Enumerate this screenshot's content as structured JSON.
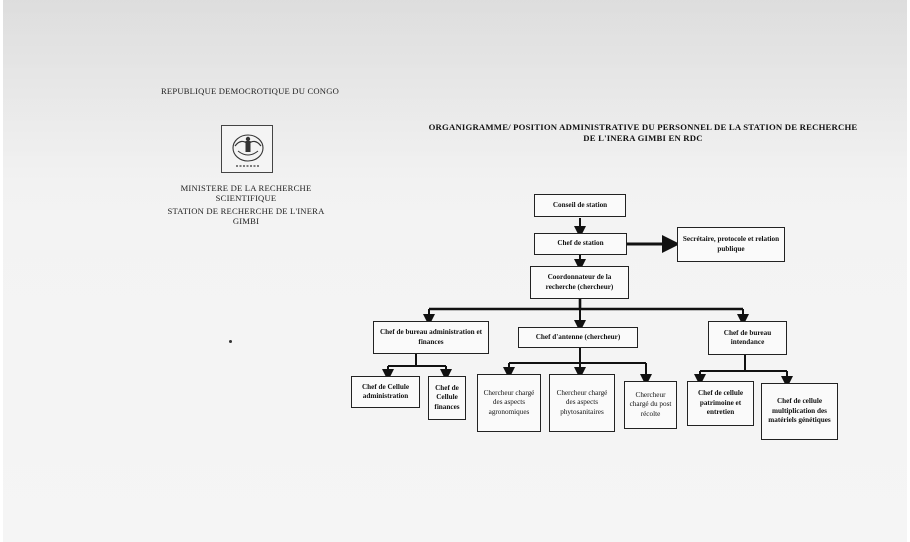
{
  "header": {
    "country": "REPUBLIQUE DEMOCROTIQUE DU CONGO",
    "ministry": "MINISTERE DE LA RECHERCHE SCIENTIFIQUE",
    "station": "STATION DE RECHERCHE DE L'INERA GIMBI",
    "logo_icon": "inera-emblem-icon"
  },
  "title": "ORGANIGRAMME/ POSITION ADMINISTRATIVE DU PERSONNEL DE LA STATION DE RECHERCHE DE L'INERA GIMBI EN RDC",
  "chart": {
    "conseil": "Conseil de station",
    "chef_station": "Chef de station",
    "secretaire": "Secrétaire, protocole et relation publique",
    "coordonnateur": "Coordonnateur de la recherche (chercheur)",
    "chef_admin": "Chef de bureau administration et finances",
    "chef_antenne": "Chef d'antenne (chercheur)",
    "chef_intendance": "Chef de bureau intendance",
    "cellule_admin": "Chef de Cellule administration",
    "cellule_finances": "Chef de Cellule finances",
    "chercheur_agro": "Chercheur chargé des aspects agronomiques",
    "chercheur_phyto": "Chercheur chargé des aspects phytosanitaires",
    "chercheur_post": "Chercheur chargé du post récolte",
    "cellule_patrimoine": "Chef de cellule patrimoine et entretien",
    "cellule_multiplication": "Chef de cellule multiplication des matériels génétiques"
  }
}
